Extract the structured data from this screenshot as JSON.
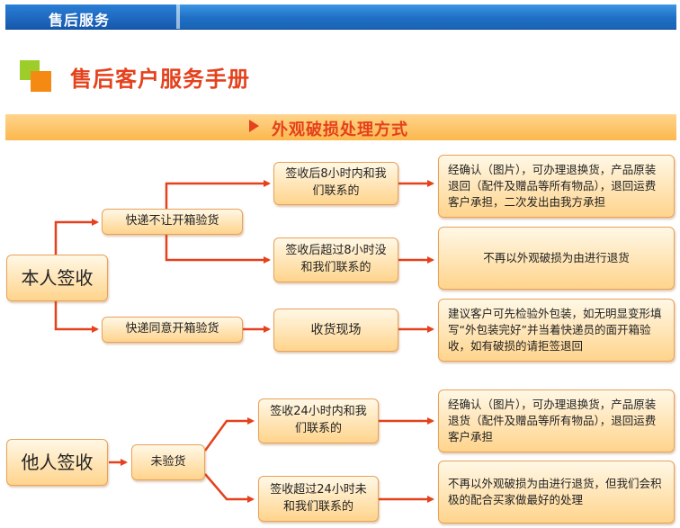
{
  "header": {
    "tab_label": "售后服务"
  },
  "page_title": "售后客户服务手册",
  "section_title": "外观破损处理方式",
  "colors": {
    "accent": "#e4411c",
    "header_blue": "#1e6fc4",
    "box_border": "#e9a15a",
    "connector": "#e4411c"
  },
  "nodes": {
    "self_sign": "本人签收",
    "courier_no_open": "快递不让开箱验货",
    "courier_allow_open": "快递同意开箱验货",
    "within_8h": "签收后8小时内和我们联系的",
    "over_8h": "签收后超过8小时没和我们联系的",
    "inspect_onsite": "收货现场",
    "other_sign": "他人签收",
    "not_inspected": "未验货",
    "within_24h": "签收24小时内和我们联系的",
    "over_24h": "签收超过24小时未和我们联系的"
  },
  "results": {
    "r1": "经确认（图片），可办理退换货，产品原装退回（配件及赠品等所有物品），退回运费客户承担，二次发出由我方承担",
    "r2": "不再以外观破损为由进行退货",
    "r3": "建议客户可先检验外包装，如无明显变形填写“外包装完好”并当着快递员的面开箱验收，如有破损的请拒签退回",
    "r4": "经确认（图片），可办理退换货，产品原装退货（配件及赠品等所有物品），退回运费客户承担",
    "r5": "不再以外观破损为由进行退货，但我们会积极的配合买家做最好的处理"
  }
}
